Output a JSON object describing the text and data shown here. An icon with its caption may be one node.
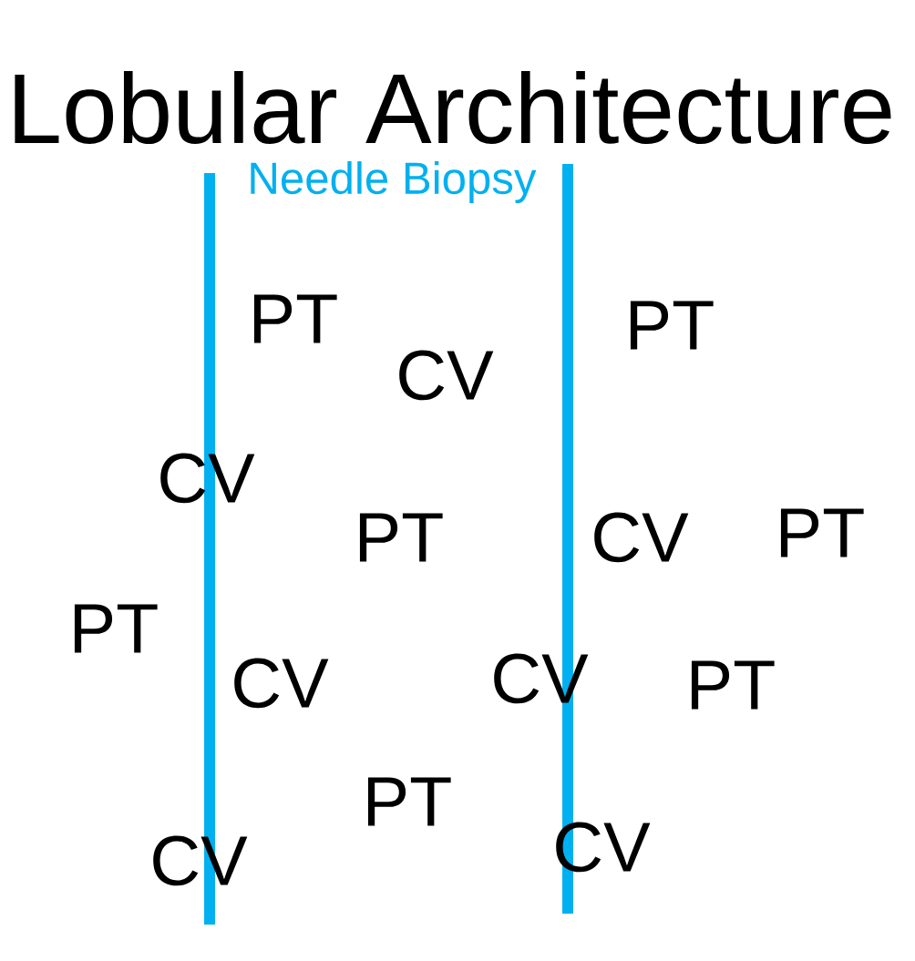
{
  "diagram": {
    "title": "Lobular Architecture",
    "labels": [
      "Needle Biopsy",
      "PT",
      "CV",
      "PT",
      "CV",
      "PT",
      "CV",
      "PT",
      "PT",
      "CV",
      "CV",
      "PT",
      "CV",
      "PT",
      "CV"
    ]
  }
}
